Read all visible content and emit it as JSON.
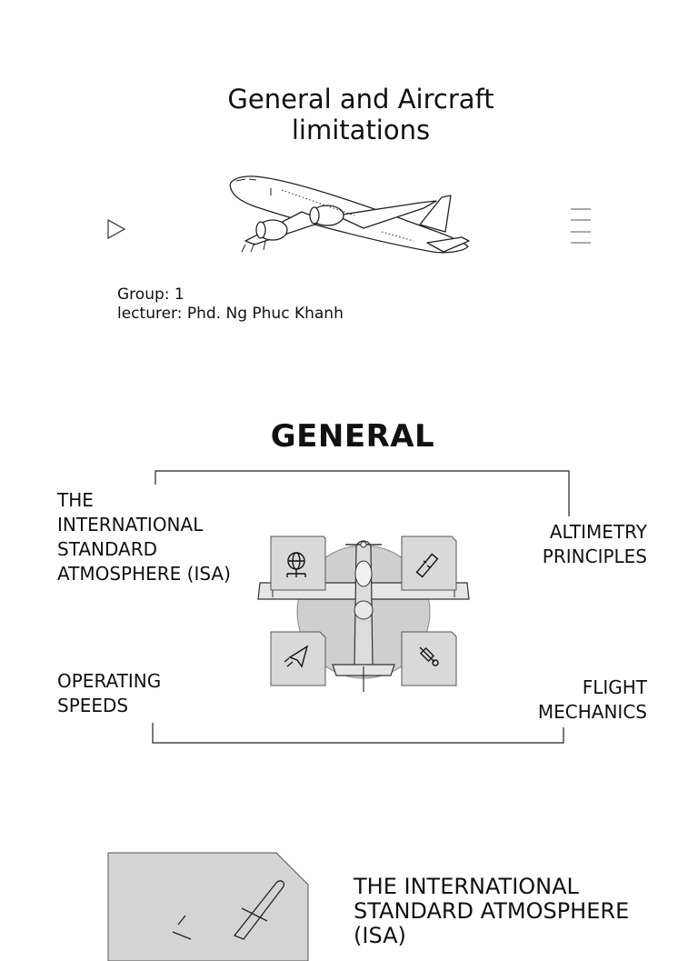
{
  "slide1": {
    "title_line1": "General and Aircraft",
    "title_line2": "limitations",
    "group": "Group: 1",
    "lecturer": "lecturer: Phd. Ng Phuc Khanh",
    "icons": {
      "play": "play-triangle-icon",
      "menu": "menu-lines-icon",
      "aircraft": "jet-airliner-illustration"
    }
  },
  "slide2": {
    "heading": "GENERAL",
    "topics": {
      "top_left": [
        "THE",
        "INTERNATIONAL",
        "STANDARD",
        "ATMOSPHERE (ISA)"
      ],
      "top_right": [
        "ALTIMETRY",
        "PRINCIPLES"
      ],
      "bottom_left": [
        "OPERATING",
        "SPEEDS"
      ],
      "bottom_right": [
        "FLIGHT",
        "MECHANICS"
      ]
    },
    "icons": {
      "top_left": "globe-network-icon",
      "top_right": "ruler-icon",
      "bottom_left": "paper-plane-icon",
      "bottom_right": "satellite-icon",
      "center": "propeller-aircraft-topview"
    },
    "colors": {
      "tile_fill": "#d9d9d9",
      "circle_fill": "#cfcfcf",
      "line": "#222222"
    }
  },
  "slide3": {
    "title_lines": [
      "THE INTERNATIONAL",
      "STANDARD ATMOSPHERE",
      "(ISA)"
    ],
    "icons": {
      "card": "aircraft-card-illustration"
    }
  }
}
